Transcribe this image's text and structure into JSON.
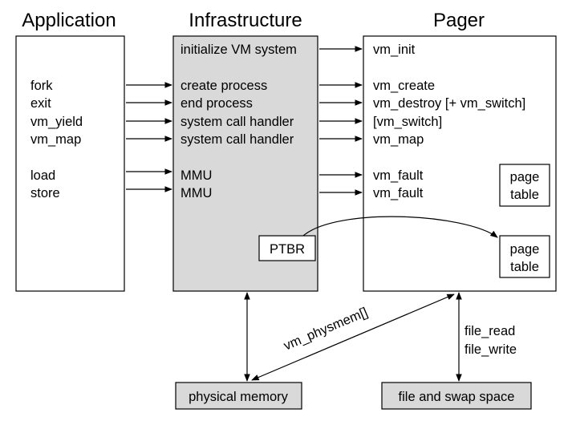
{
  "headers": {
    "application": "Application",
    "infrastructure": "Infrastructure",
    "pager": "Pager"
  },
  "application_items": [
    "fork",
    "exit",
    "vm_yield",
    "vm_map",
    "load",
    "store"
  ],
  "infrastructure_items": [
    "initialize VM system",
    "create process",
    "end process",
    "system call handler",
    "system call handler",
    "MMU",
    "MMU"
  ],
  "pager_items": [
    "vm_init",
    "vm_create",
    "vm_destroy [+ vm_switch]",
    "[vm_switch]",
    "vm_map",
    "vm_fault",
    "vm_fault"
  ],
  "ptbr": "PTBR",
  "page_table": [
    "page",
    "table"
  ],
  "physical_memory": "physical memory",
  "file_swap": "file and swap space",
  "vm_physmem_label": "vm_physmem[]",
  "file_ops": [
    "file_read",
    "file_write"
  ]
}
